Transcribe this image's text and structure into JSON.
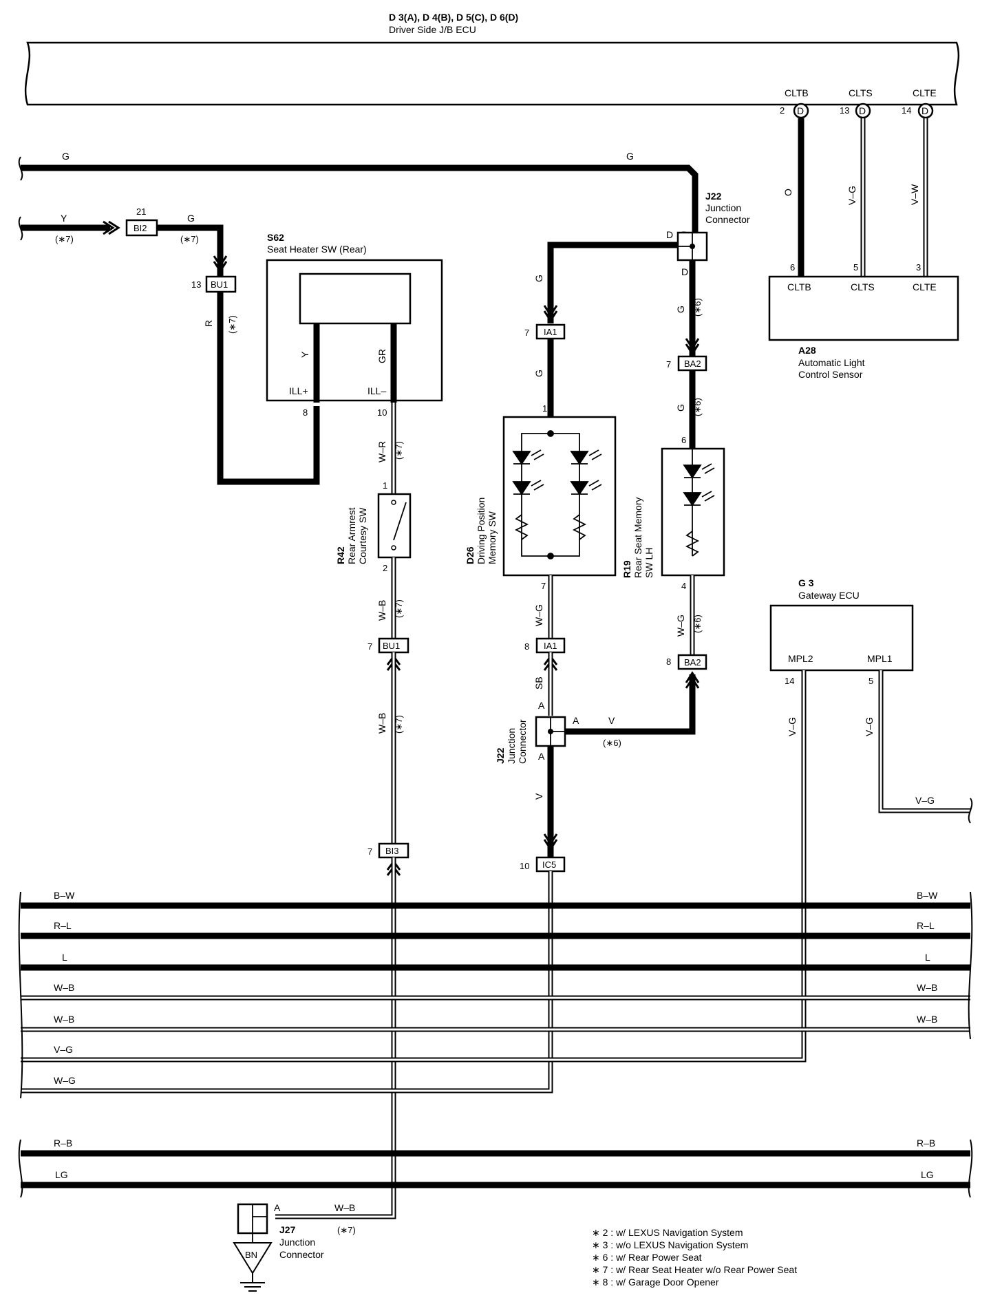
{
  "ecu": {
    "id": "D 3(A), D 4(B), D 5(C), D 6(D)",
    "name": "Driver Side J/B ECU",
    "pins": [
      {
        "sig": "CLTB",
        "num": "2",
        "conn": "D"
      },
      {
        "sig": "CLTS",
        "num": "13",
        "conn": "D"
      },
      {
        "sig": "CLTE",
        "num": "14",
        "conn": "D"
      }
    ]
  },
  "a28": {
    "id": "A28",
    "name1": "Automatic Light",
    "name2": "Control Sensor",
    "pins": [
      {
        "num": "6",
        "sig": "CLTB",
        "wire": "O"
      },
      {
        "num": "5",
        "sig": "CLTS",
        "wire": "V–G"
      },
      {
        "num": "3",
        "sig": "CLTE",
        "wire": "V–W"
      }
    ]
  },
  "wires": {
    "g_top_left": "G",
    "g_top_right": "G",
    "y_in": "Y",
    "y_note": "(∗7)",
    "bi2_num": "21",
    "bi2": "BI2",
    "g_out": "G",
    "g_note": "(∗7)",
    "bu1_num": "13",
    "bu1": "BU1",
    "r": "R",
    "r_note": "(∗7)",
    "s62_y": "Y",
    "s62_gr": "GR",
    "wr": "W–R",
    "wr_note": "(∗7)",
    "wb1": "W–B",
    "wb1_note": "(∗7)",
    "bu1b_num": "7",
    "bu1b": "BU1",
    "wb2": "W–B",
    "wb2_note": "(∗7)",
    "bi3_num": "7",
    "bi3": "BI3",
    "ia1_g": "G",
    "ia1_num": "7",
    "ia1": "IA1",
    "ia1_g2": "G",
    "d26_pin1": "1",
    "d26_pin7": "7",
    "wg": "W–G",
    "ia1b_num": "8",
    "ia1b": "IA1",
    "sb": "SB",
    "j22a_top": "A",
    "j22a_right": "A",
    "j22a_bottom": "A",
    "v_right": "V",
    "v_note": "(∗6)",
    "v_down": "V",
    "ic5_num": "10",
    "ic5": "IC5",
    "j22_d_left": "D",
    "j22_d_top": "D",
    "j22_d_bottom": "D",
    "ba2_g": "G",
    "ba2_note": "(∗6)",
    "ba2_num": "7",
    "ba2": "BA2",
    "ba2_g2": "G",
    "ba2_note2": "(∗6)",
    "r19_pin6": "6",
    "r19_pin4": "4",
    "wg2": "W–G",
    "wg2_note": "(∗6)",
    "ba2b_num": "8",
    "ba2b": "BA2",
    "mpl2_num": "14",
    "mpl1_num": "5",
    "vg1": "V–G",
    "vg2": "V–G",
    "vg_right": "V–G",
    "s62_pin8": "8",
    "s62_pin10": "10",
    "r42_pin1": "1",
    "r42_pin2": "2"
  },
  "s62": {
    "id": "S62",
    "name": "Seat Heater SW (Rear)",
    "ill_plus": "ILL+",
    "ill_minus": "ILL–"
  },
  "j22_top": {
    "id": "J22",
    "name1": "Junction",
    "name2": "Connector"
  },
  "j22_mid": {
    "id": "J22",
    "name1": "Junction",
    "name2": "Connector"
  },
  "r42": {
    "id": "R42",
    "name1": "Rear Armrest",
    "name2": "Courtesy SW"
  },
  "d26": {
    "id": "D26",
    "name1": "Driving Position",
    "name2": "Memory SW"
  },
  "r19": {
    "id": "R19",
    "name1": "Rear Seat Memory",
    "name2": "SW LH"
  },
  "g3": {
    "id": "G 3",
    "name": "Gateway ECU",
    "mpl2": "MPL2",
    "mpl1": "MPL1"
  },
  "bus": [
    {
      "label": "B–W",
      "style": "thick"
    },
    {
      "label": "R–L",
      "style": "thick"
    },
    {
      "label": "L",
      "style": "thick"
    },
    {
      "label": "W–B",
      "style": "double"
    },
    {
      "label": "W–B",
      "style": "double"
    },
    {
      "label": "V–G",
      "style": "double"
    },
    {
      "label": "W–G",
      "style": "double"
    }
  ],
  "bus2": [
    {
      "label": "R–B",
      "style": "thick"
    },
    {
      "label": "LG",
      "style": "thick"
    }
  ],
  "j27": {
    "id": "J27",
    "name1": "Junction",
    "name2": "Connector",
    "pin": "A",
    "wire": "W–B",
    "note": "(∗7)",
    "ground": "BN"
  },
  "notes": [
    "∗ 2 : w/ LEXUS Navigation System",
    "∗ 3 : w/o LEXUS Navigation System",
    "∗ 6 : w/ Rear Power Seat",
    "∗ 7 : w/ Rear Seat Heater w/o Rear Power Seat",
    "∗ 8 : w/ Garage Door Opener"
  ]
}
